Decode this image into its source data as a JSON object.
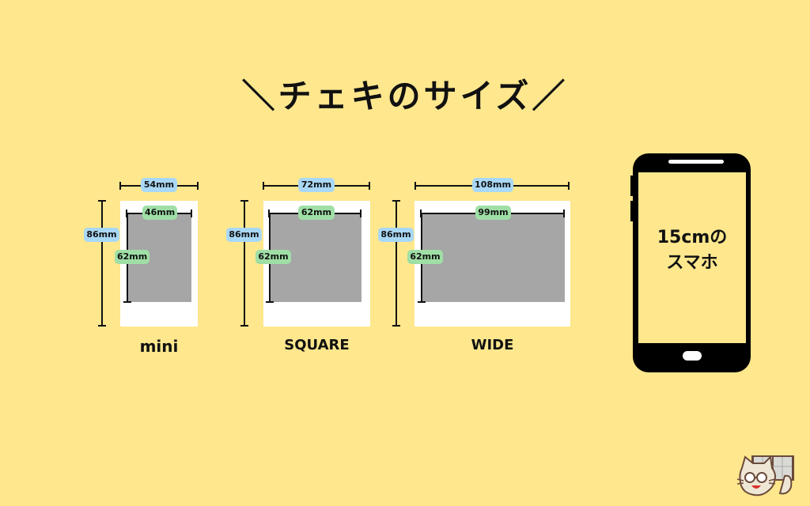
{
  "title": "＼チェキのサイズ／",
  "colors": {
    "background": "#fee78d",
    "card": "#ffffff",
    "photo_area": "#a6a6a6",
    "outer_badge": "#a9d8f6",
    "inner_badge": "#9fdfa6",
    "ink": "#111111"
  },
  "formats": [
    {
      "name": "mini",
      "outer_width": "54mm",
      "outer_height": "86mm",
      "image_width": "46mm",
      "image_height": "62mm"
    },
    {
      "name": "SQUARE",
      "outer_width": "72mm",
      "outer_height": "86mm",
      "image_width": "62mm",
      "image_height": "62mm"
    },
    {
      "name": "WIDE",
      "outer_width": "108mm",
      "outer_height": "86mm",
      "image_width": "99mm",
      "image_height": "62mm"
    }
  ],
  "phone": {
    "line1": "15cmの",
    "line2": "スマホ"
  },
  "mascot": "cat-reading-book-icon"
}
